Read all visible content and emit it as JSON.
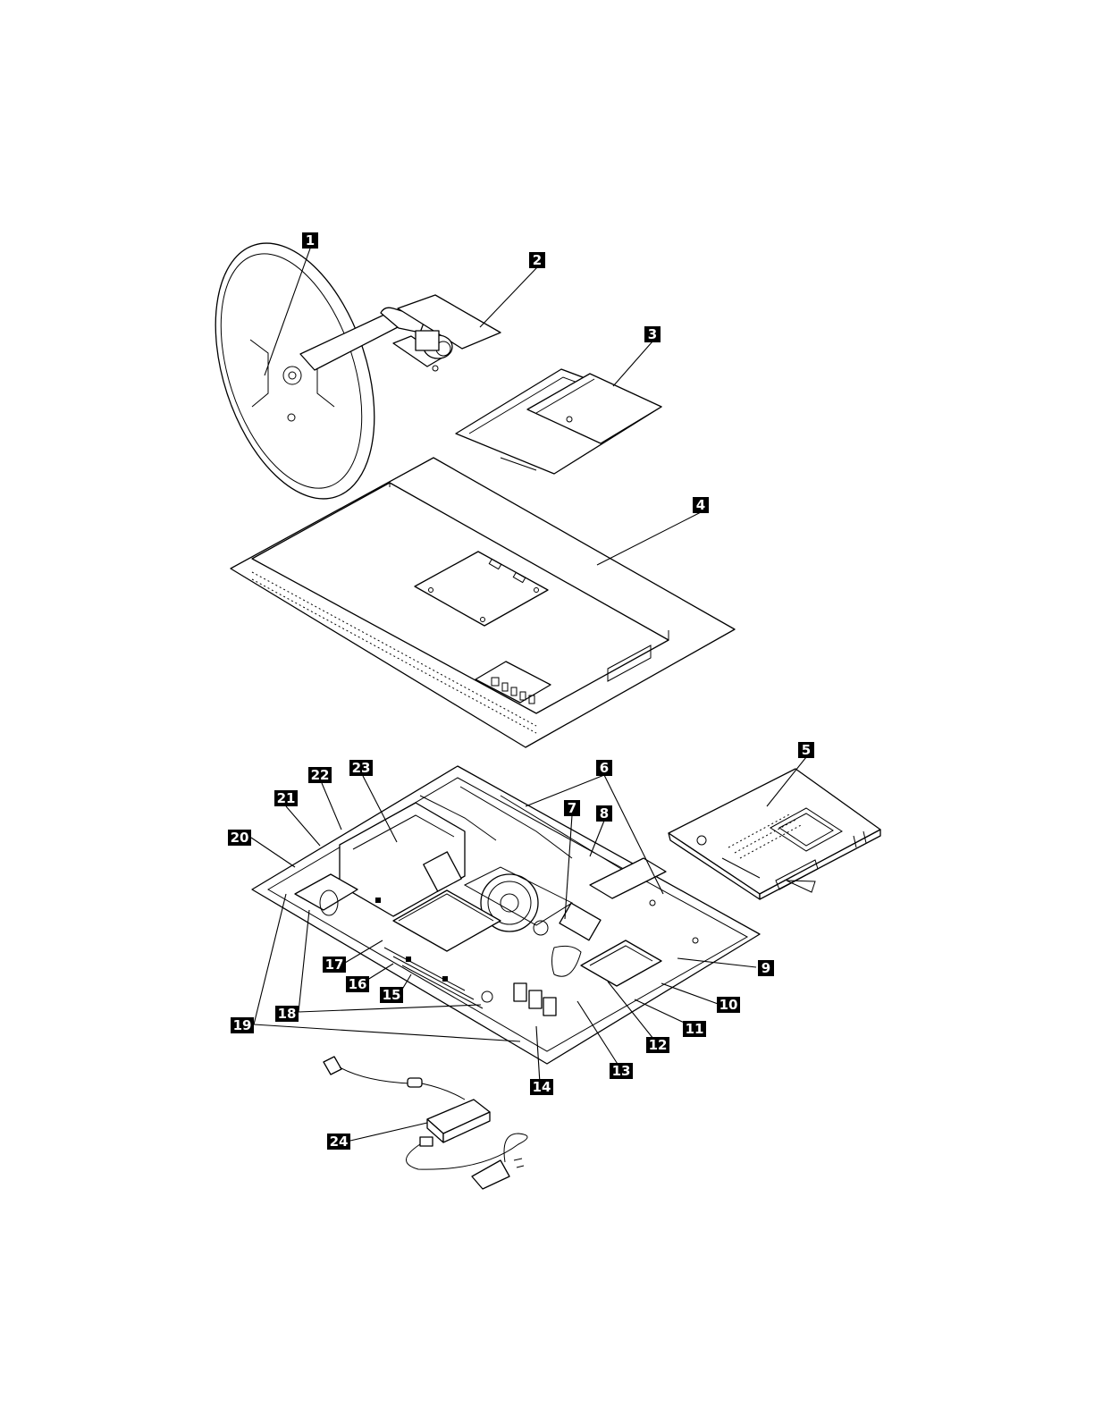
{
  "callouts": [
    {
      "label": "1"
    },
    {
      "label": "2"
    },
    {
      "label": "3"
    },
    {
      "label": "4"
    },
    {
      "label": "5"
    },
    {
      "label": "6"
    },
    {
      "label": "7"
    },
    {
      "label": "8"
    },
    {
      "label": "9"
    },
    {
      "label": "10"
    },
    {
      "label": "11"
    },
    {
      "label": "12"
    },
    {
      "label": "13"
    },
    {
      "label": "14"
    },
    {
      "label": "15"
    },
    {
      "label": "16"
    },
    {
      "label": "17"
    },
    {
      "label": "18"
    },
    {
      "label": "19"
    },
    {
      "label": "20"
    },
    {
      "label": "21"
    },
    {
      "label": "22"
    },
    {
      "label": "23"
    },
    {
      "label": "24"
    }
  ]
}
